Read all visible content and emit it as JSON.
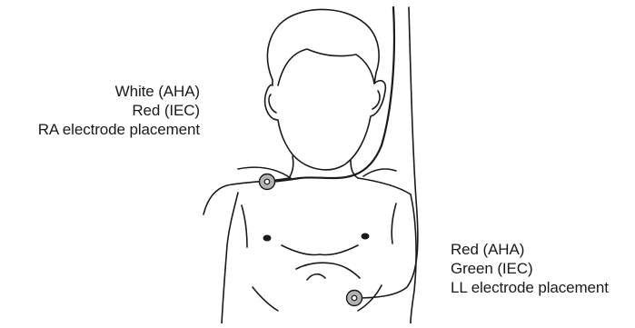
{
  "ra_label": {
    "line1": "White (AHA)",
    "line2": "Red (IEC)",
    "line3": "RA electrode placement"
  },
  "ll_label": {
    "line1": "Red (AHA)",
    "line2": "Green (IEC)",
    "line3": "LL electrode placement"
  },
  "colors": {
    "line": "#1a1a1a",
    "electrode_fill": "#b3b3b3",
    "background": "#ffffff"
  }
}
